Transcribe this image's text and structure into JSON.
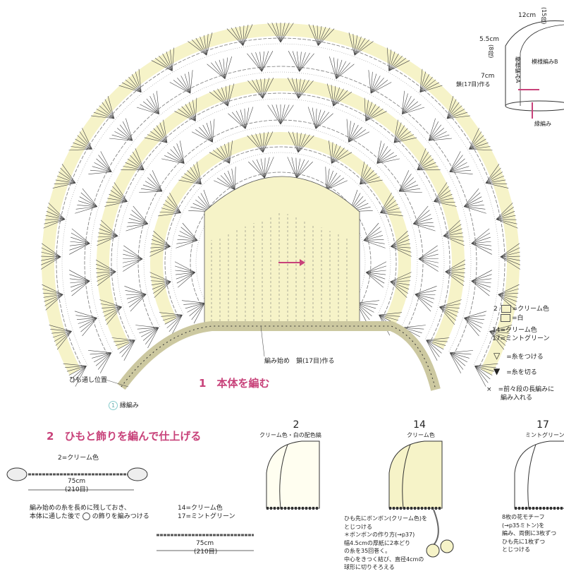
{
  "colors": {
    "cream": "#f6f3c8",
    "white": "#ffffff",
    "accent": "#c8427a",
    "line": "#333333"
  },
  "main_diagram": {
    "start_label": "編み始め　鎖(17目)作る",
    "cord_position_label": "ひも通し位置",
    "edge_label_num": "1",
    "edge_label": "縁編み"
  },
  "section1": {
    "num": "1",
    "title": "本体を編む"
  },
  "schematic": {
    "top_width": "12cm",
    "top_rows": "(15段)",
    "side_width": "5.5cm",
    "side_rows": "(8段)",
    "chain_width": "7cm",
    "chain_label": "鎖(17目)作る",
    "pattern_a": "模様編みA",
    "pattern_b": "模様編みB",
    "edging": "縁編み"
  },
  "legend": {
    "size2": "2",
    "cream": "=クリーム色",
    "white": "=白",
    "size14": "14=クリーム色",
    "size17": "17=ミントグリーン",
    "attach": "=糸をつける",
    "cut": "=糸を切る",
    "x_note_1": "=前々段の長編みに",
    "x_note_2": "編み入れる"
  },
  "section2": {
    "num": "2",
    "title": "ひもと飾りを編んで仕上げる",
    "cord2_color": "2=クリーム色",
    "cord2_length": "75cm",
    "cord2_stitches": "(210目)",
    "cord2_note_1": "編み始めの糸を長めに残しておき、",
    "cord2_note_2": "本体に通した後で",
    "cord2_note_3": "の飾りを編みつける",
    "cord1417_color_1": "14=クリーム色",
    "cord1417_color_2": "17=ミントグリーン",
    "cord1417_length": "75cm",
    "cord1417_stitches": "(210目)"
  },
  "variants": [
    {
      "num": "2",
      "label": "クリーム色・白の配色縞"
    },
    {
      "num": "14",
      "label": "クリーム色",
      "notes": [
        "ひも先にボンボン(クリーム色)を",
        "とじつける",
        "＊ボンボンの作り方(→p37)",
        "幅4.5cmの厚紙に2本どり",
        "の糸を35回巻く。",
        "中心をきつく結び、直径4cmの",
        "球形に切りそろえる"
      ]
    },
    {
      "num": "17",
      "label": "ミントグリーン",
      "notes": [
        "8枚の花モチーフ",
        "(→p35ミトン)を",
        "編み、両側に3枚ずつ",
        "ひも先に1枚ずつ",
        "とじつける"
      ]
    }
  ]
}
